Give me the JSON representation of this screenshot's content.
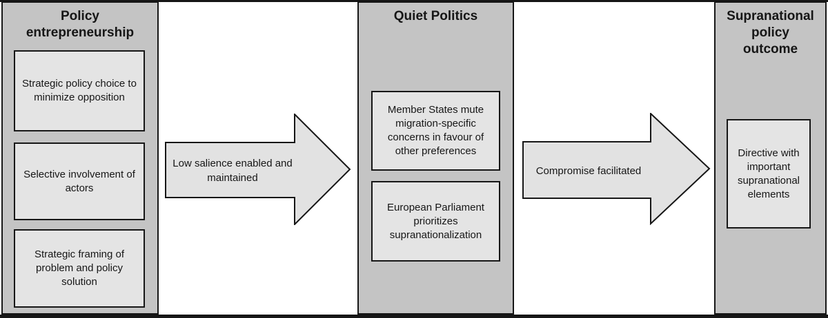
{
  "figure": {
    "columns": [
      {
        "id": "policy-entrepreneurship",
        "title": "Policy\nentrepreneurship",
        "boxes": [
          {
            "text": "Strategic policy choice to minimize opposition"
          },
          {
            "text": "Selective involvement of actors"
          },
          {
            "text": "Strategic framing of problem and policy solution"
          }
        ]
      },
      {
        "id": "quiet-politics",
        "title": "Quiet Politics",
        "boxes": [
          {
            "text": "Member States mute migration-specific concerns in favour of other preferences"
          },
          {
            "text": "European Parliament prioritizes supranationalization"
          }
        ]
      },
      {
        "id": "supranational-policy-outcome",
        "title": "Supranational\npolicy\noutcome",
        "boxes": [
          {
            "text": "Directive with important supranational elements"
          }
        ]
      }
    ],
    "arrows": [
      {
        "label": "Low salience enabled and maintained"
      },
      {
        "label": "Compromise facilitated"
      }
    ]
  },
  "colors": {
    "background": "#ffffff",
    "column_bg": "#c4c4c4",
    "box_bg": "#e4e4e4",
    "arrow_bg": "#e2e2e2",
    "border": "#161616",
    "text": "#161616"
  }
}
